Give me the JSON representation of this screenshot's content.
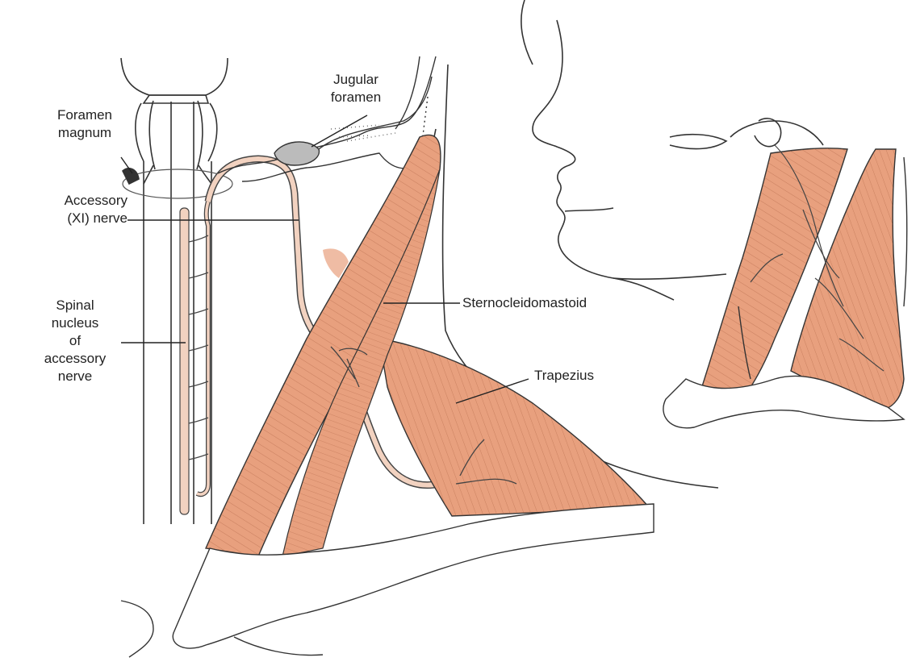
{
  "labels": {
    "foramen_magnum": [
      "Foramen",
      "magnum"
    ],
    "jugular_foramen": [
      "Jugular",
      "foramen"
    ],
    "accessory_nerve": [
      "Accessory",
      "(XI) nerve"
    ],
    "spinal_nucleus": [
      "Spinal",
      "nucleus",
      "of",
      "accessory",
      "nerve"
    ],
    "sternocleidomastoid": "Sternocleidomastoid",
    "trapezius": "Trapezius"
  },
  "colors": {
    "muscle": "#e8a07e",
    "muscle_dark": "#c9785a",
    "line": "#333333",
    "nerve": "#f2d2c0",
    "background": "#ffffff"
  }
}
